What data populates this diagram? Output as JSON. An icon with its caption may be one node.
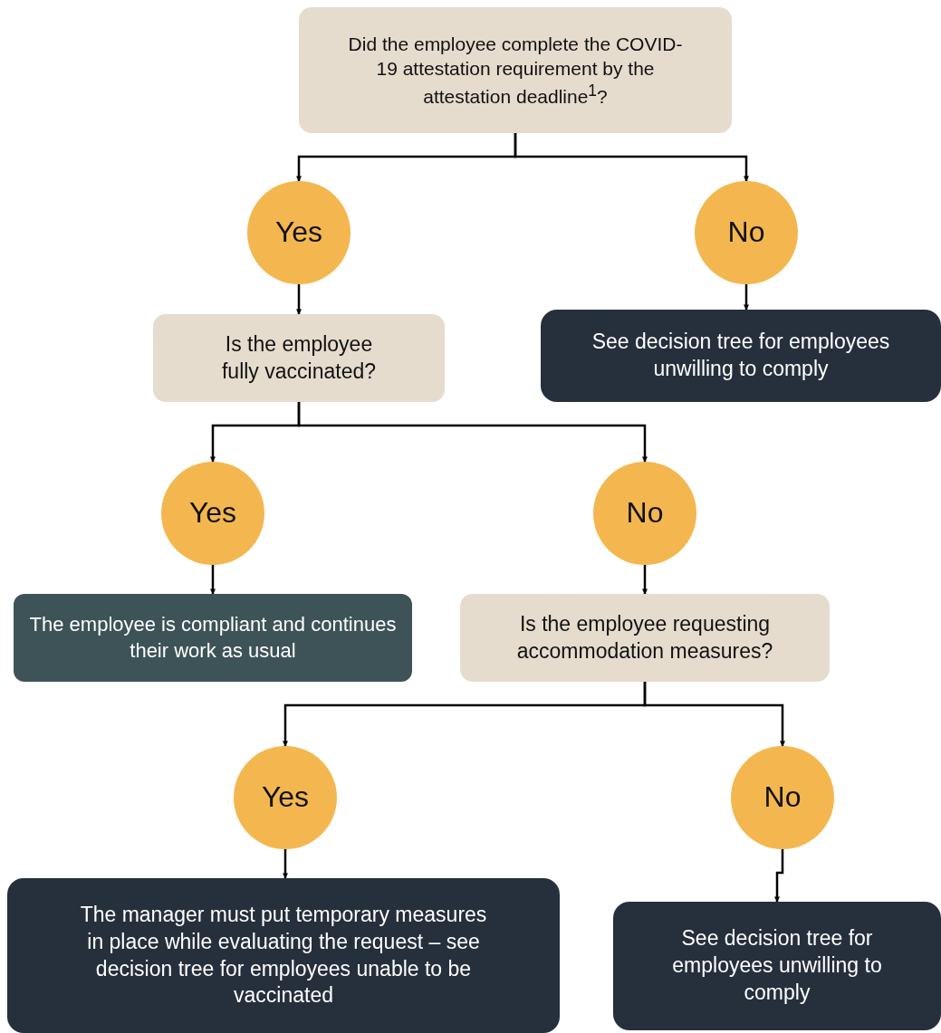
{
  "diagram": {
    "nodes": [
      {
        "text": [
          "Did the employee complete the COVID-19 attestation requirement by the attestation deadline$^{1}$?"
        ]
      },
      {
        "text": [
          "Yes"
        ]
      },
      {
        "text": [
          "No"
        ]
      },
      {
        "text": [
          "Is the employee fully vaccinated?"
        ]
      },
      {
        "text": [
          "See decision tree for employees unwilling to comply"
        ]
      },
      {
        "text": [
          "Yes"
        ]
      },
      {
        "text": [
          "No"
        ]
      },
      {
        "text": [
          "The employee is compliant and continues their work as usual"
        ]
      },
      {
        "text": [
          "Is the employee requesting accommodation measures?"
        ]
      },
      {
        "text": [
          "Yes"
        ]
      },
      {
        "text": [
          "No"
        ]
      },
      {
        "text": [
          "The manager must put temporary measures in place while evaluating the request – see decision tree for employees unable to be vaccinated"
        ]
      },
      {
        "text": [
          "See decision tree for employees unwilling to comply"
        ]
      }
    ],
    "edges": [
      {
        "from": 0,
        "to": 1,
        "arrow": "to"
      },
      {
        "from": 0,
        "to": 2,
        "arrow": "to"
      },
      {
        "from": 1,
        "to": 3,
        "arrow": "to"
      },
      {
        "from": 2,
        "to": 4,
        "arrow": "to"
      },
      {
        "from": 3,
        "to": 5,
        "arrow": "to"
      },
      {
        "from": 3,
        "to": 6,
        "arrow": "to"
      },
      {
        "from": 5,
        "to": 7,
        "arrow": "to"
      },
      {
        "from": 6,
        "to": 8,
        "arrow": "to"
      },
      {
        "from": 8,
        "to": 9,
        "arrow": "to"
      },
      {
        "from": 8,
        "to": 10,
        "arrow": "to"
      },
      {
        "from": 9,
        "to": 11,
        "arrow": "to"
      },
      {
        "from": 10,
        "to": 12,
        "arrow": "to"
      }
    ]
  }
}
